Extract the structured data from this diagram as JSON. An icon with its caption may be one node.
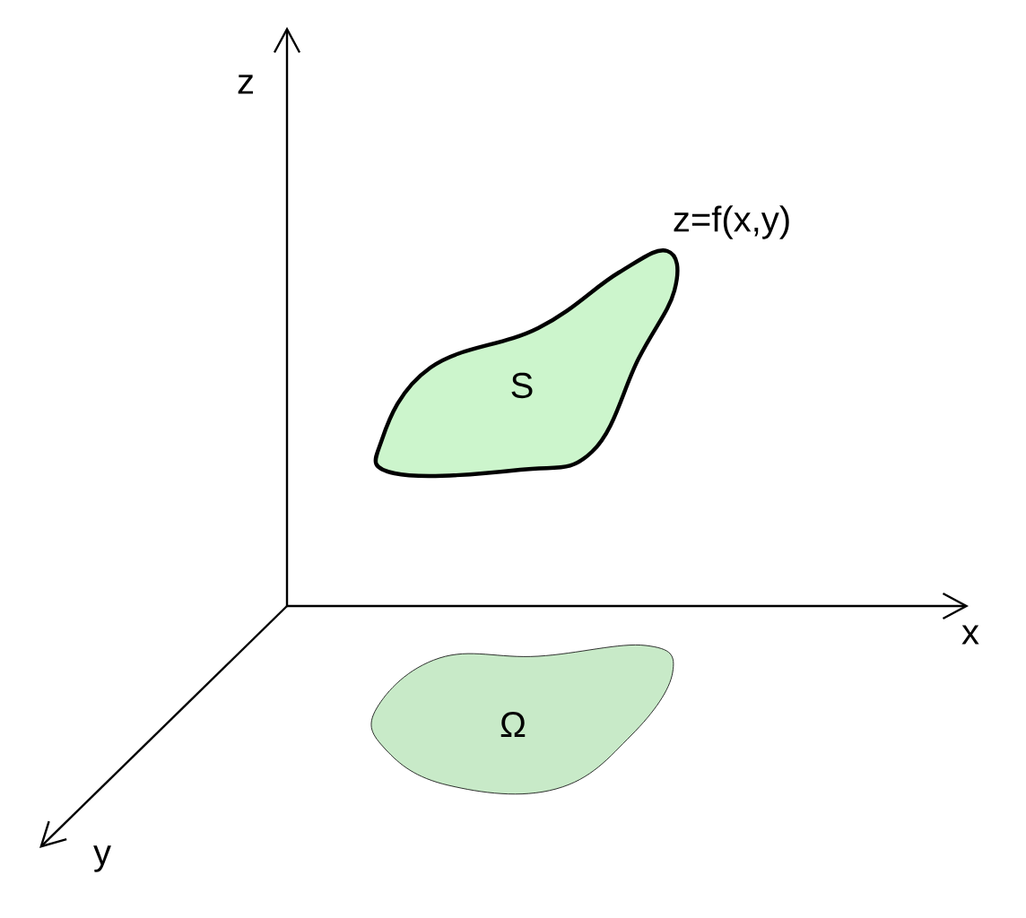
{
  "diagram": {
    "nodes": [
      {
        "text": [
          "S"
        ],
        "beside": [
          "z=f(x,y)"
        ]
      },
      {
        "text": [
          "Ω"
        ]
      }
    ],
    "labels": [
      "z",
      "x",
      "y"
    ]
  }
}
